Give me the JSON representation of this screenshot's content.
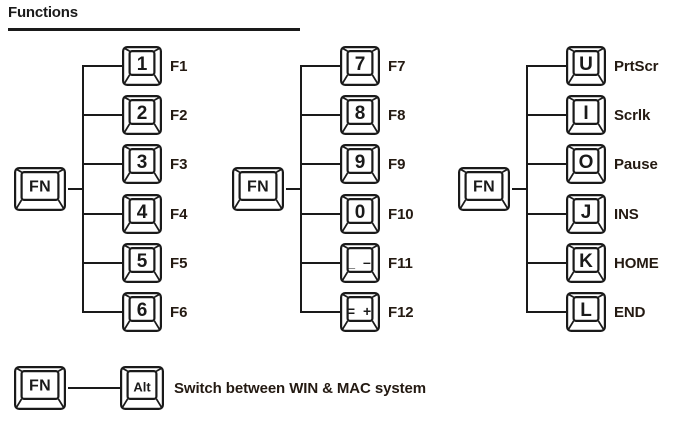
{
  "header": {
    "title": "Functions"
  },
  "modifier_key": {
    "label": "FN"
  },
  "groups": [
    {
      "name": "function-keys-f1-f6",
      "modifier": "FN",
      "rows": [
        {
          "key": "1",
          "label": "F1"
        },
        {
          "key": "2",
          "label": "F2"
        },
        {
          "key": "3",
          "label": "F3"
        },
        {
          "key": "4",
          "label": "F4"
        },
        {
          "key": "5",
          "label": "F5"
        },
        {
          "key": "6",
          "label": "F6"
        }
      ]
    },
    {
      "name": "function-keys-f7-f12",
      "modifier": "FN",
      "rows": [
        {
          "key": "7",
          "label": "F7"
        },
        {
          "key": "8",
          "label": "F8"
        },
        {
          "key": "9",
          "label": "F9"
        },
        {
          "key": "0",
          "label": "F10"
        },
        {
          "key": "_ –",
          "label": "F11"
        },
        {
          "key": "= +",
          "label": "F12"
        }
      ]
    },
    {
      "name": "system-keys",
      "modifier": "FN",
      "rows": [
        {
          "key": "U",
          "label": "PrtScr"
        },
        {
          "key": "I",
          "label": "Scrlk"
        },
        {
          "key": "O",
          "label": "Pause"
        },
        {
          "key": "J",
          "label": "INS"
        },
        {
          "key": "K",
          "label": "HOME"
        },
        {
          "key": "L",
          "label": "END"
        }
      ]
    }
  ],
  "footer": {
    "modifier": "FN",
    "key": "Alt",
    "description": "Switch between WIN & MAC system"
  },
  "colors": {
    "ink": "#1a1a1a",
    "label_ink": "#241a12",
    "background": "#ffffff"
  }
}
